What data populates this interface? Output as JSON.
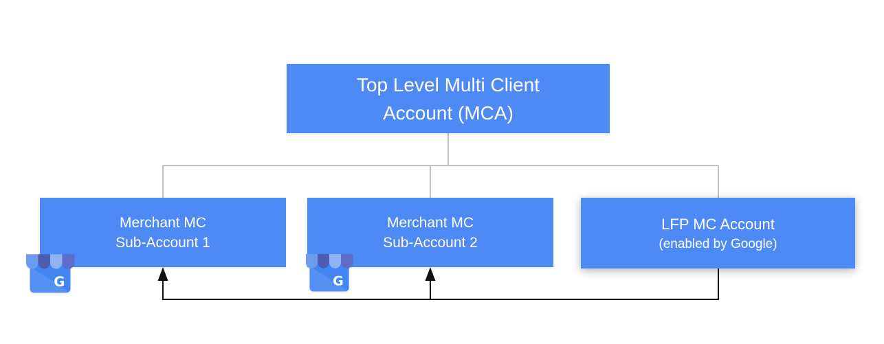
{
  "colors": {
    "background": "#ffffff",
    "box_fill": "#4d8af5",
    "box_text": "#ffffff",
    "connector": "#c1c1c1",
    "arrow": "#111111",
    "gmb_body": "#4285f4",
    "gmb_awning_1": "#6d9cee",
    "gmb_awning_2": "#4d5db4",
    "gmb_awning_3": "#8fb2f3",
    "gmb_awning_4": "#5d6dc7",
    "gmb_letter": "#ffffff"
  },
  "icons": {
    "gmb": {
      "name": "google-my-business",
      "letter": "G"
    }
  },
  "diagram": {
    "type": "hierarchy",
    "nodes": [
      {
        "id": "mca",
        "line1": "Top Level Multi Client",
        "line2": "Account (MCA)"
      },
      {
        "id": "sub1",
        "line1": "Merchant MC",
        "line2": "Sub-Account 1",
        "icon": "google-my-business"
      },
      {
        "id": "sub2",
        "line1": "Merchant MC",
        "line2": "Sub-Account 2",
        "icon": "google-my-business"
      },
      {
        "id": "lfp",
        "line1": "LFP MC Account",
        "line2": "(enabled by Google)"
      }
    ],
    "edges": [
      {
        "from": "mca",
        "to": "sub1",
        "style": "line"
      },
      {
        "from": "mca",
        "to": "sub2",
        "style": "line"
      },
      {
        "from": "mca",
        "to": "lfp",
        "style": "line"
      },
      {
        "from": "lfp",
        "to": "sub1",
        "style": "arrow"
      },
      {
        "from": "lfp",
        "to": "sub2",
        "style": "arrow"
      }
    ]
  }
}
